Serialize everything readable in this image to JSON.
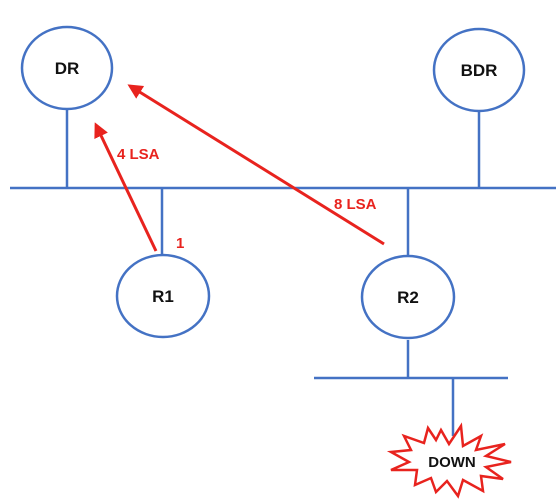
{
  "colors": {
    "line": "#4472c4",
    "arrow": "#e8231e",
    "text": "#111111"
  },
  "nodes": {
    "dr": "DR",
    "bdr": "BDR",
    "r1": "R1",
    "r2": "R2"
  },
  "annotations": {
    "lsa_4": "4 LSA",
    "lsa_8": "8 LSA",
    "link_cost": "1"
  },
  "burst_label": "DOWN"
}
